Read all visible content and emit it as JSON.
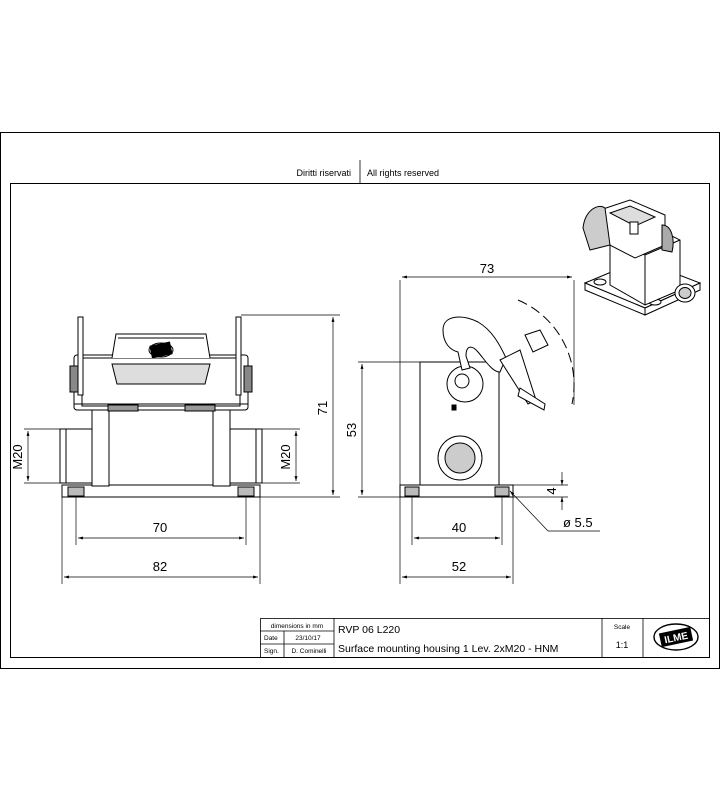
{
  "header": {
    "rights_it": "Diritti riservati",
    "rights_en": "All rights reserved"
  },
  "dimensions": {
    "front_height": "71",
    "front_thread_left": "M20",
    "front_thread_right": "M20",
    "front_hole_spacing": "70",
    "front_width": "82",
    "side_width": "73",
    "side_height": "53",
    "side_hole_spacing": "40",
    "side_base_width": "52",
    "base_thickness": "4",
    "hole_diameter": "ø 5.5"
  },
  "title_block": {
    "units_note": "dimensions in mm",
    "date_label": "Date",
    "date_value": "23/10/17",
    "sign_label": "Sign.",
    "sign_value": "D. Cominelli",
    "part_number": "RVP 06 L220",
    "description": "Surface mounting housing 1 Lev. 2xM20 - HNM",
    "scale_label": "Scale",
    "scale_value": "1:1",
    "logo_text": "ILME"
  }
}
